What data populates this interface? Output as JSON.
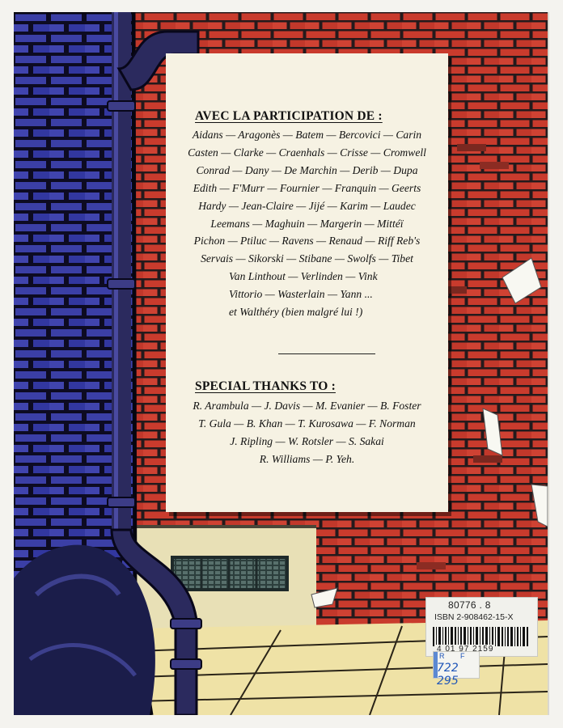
{
  "poster": {
    "heading_participation": "AVEC LA PARTICIPATION DE :",
    "participants": [
      "Aidans — Aragonès — Batem — Bercovici — Carin",
      "Casten — Clarke — Craenhals — Crisse — Cromwell",
      "Conrad — Dany — De Marchin — Derib — Dupa",
      "Edith — F'Murr — Fournier — Franquin — Geerts",
      "Hardy — Jean-Claire — Jijé — Karim — Laudec",
      "Leemans — Maghuin — Margerin — Mittéï",
      "Pichon — Ptiluc — Ravens — Renaud — Riff Reb's",
      "Servais — Sikorski — Stibane — Swolfs — Tibet",
      "Van Linthout — Verlinden — Vink",
      "Vittorio — Wasterlain  — Yann ...",
      "et Walthéry (bien malgré lui !)"
    ],
    "heading_thanks": "SPECIAL THANKS TO :",
    "thanks": [
      "R. Arambula — J. Davis — M. Evanier — B. Foster",
      "T. Gula — B. Khan — T. Kurosawa — F. Norman",
      "J. Ripling — W. Rotsler — S. Sakai",
      "R. Williams — P. Yeh."
    ]
  },
  "sticker": {
    "number": "80776 . 8",
    "isbn": "ISBN 2-908462-15-X",
    "code_line": "4 01 97 2159"
  },
  "tag": {
    "letter_r": "R",
    "letter_f": "F",
    "number": "722 295"
  },
  "colors": {
    "brick": "#c53a2c",
    "mortar": "#241a1c",
    "wall_blue": "#3b3fa6",
    "pipe": "#2b2a5e",
    "paper": "#f6f2e3",
    "pavement": "#efe2a6"
  }
}
